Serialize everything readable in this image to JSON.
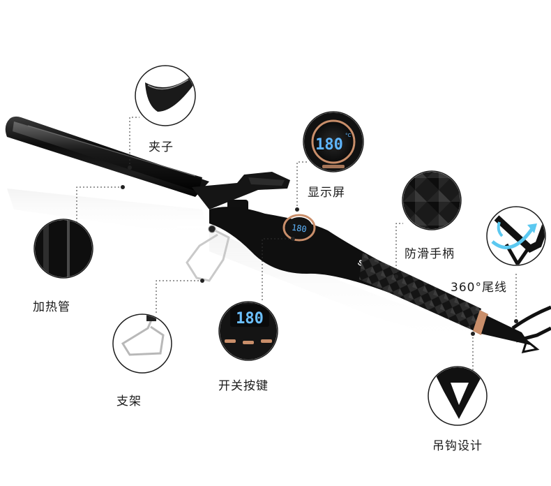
{
  "product": {
    "brand": "SHINON",
    "display_temperature": "180",
    "temperature_unit": "°C"
  },
  "labels": {
    "clip": "夹子",
    "display": "显示屏",
    "heating_tube": "加热管",
    "anti_slip_handle": "防滑手柄",
    "swivel_cord": "360°尾线",
    "stand": "支架",
    "power_buttons": "开关按键",
    "hook_design": "吊钩设计"
  },
  "colors": {
    "body": "#111111",
    "rose_gold": "#c98e6a",
    "lcd_blue": "#5fb6ff"
  }
}
